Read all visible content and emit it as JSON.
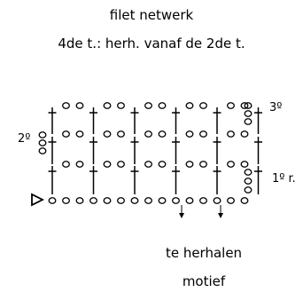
{
  "title_line1": "filet netwerk",
  "title_line2": "4de t.: herh. vanaf de 2de t.",
  "row_labels": {
    "row1": "1º r.",
    "row2": "2º",
    "row3": "3º"
  },
  "repeat_label_line1": "te herhalen",
  "repeat_label_line2": "motief",
  "pattern": {
    "foundation_chains": 15,
    "meshes_per_row": 5,
    "rows": 3
  }
}
